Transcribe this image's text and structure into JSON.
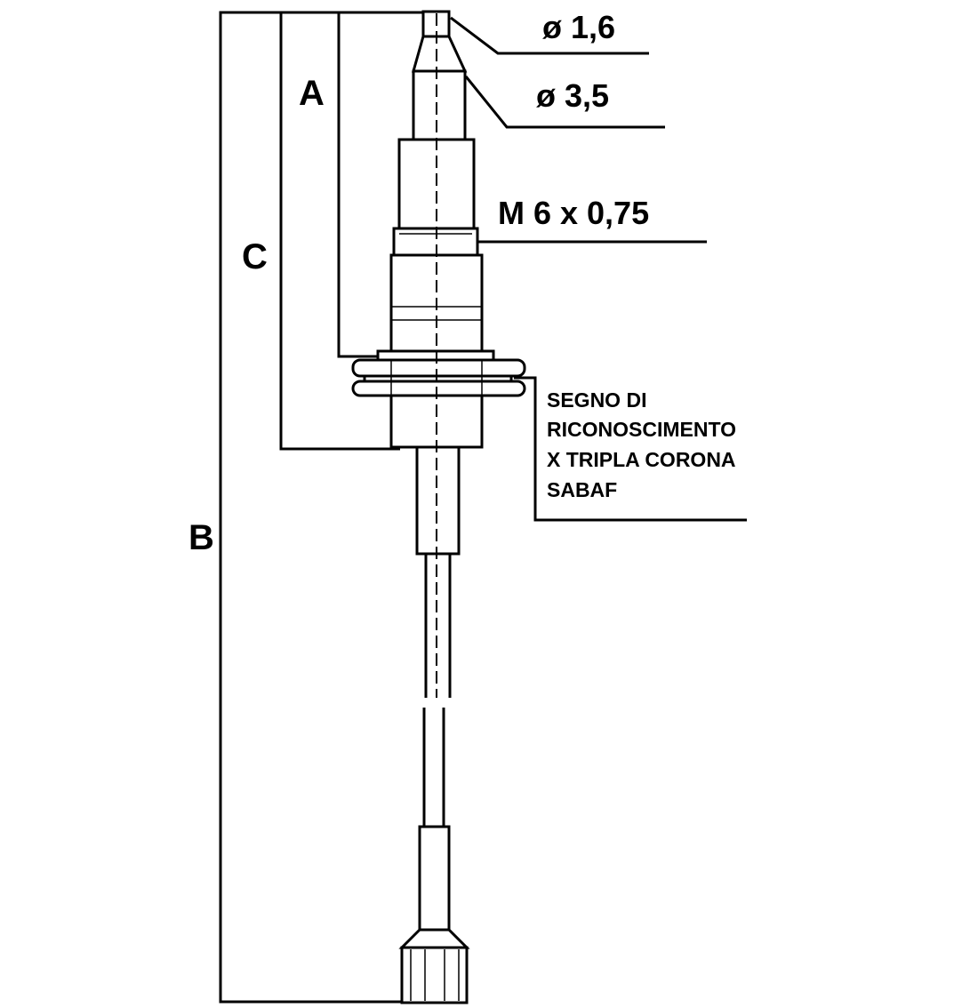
{
  "diagram": {
    "dimensions": {
      "A": "A",
      "B": "B",
      "C": "C"
    },
    "callouts": {
      "tip_diameter": "ø 1,6",
      "shaft_diameter": "ø  3,5",
      "thread": "M 6 x 0,75"
    },
    "note": {
      "lines": [
        "SEGNO DI",
        "RICONOSCIMENTO",
        "X TRIPLA CORONA",
        "SABAF"
      ]
    },
    "colors": {
      "line": "#000000",
      "background": "#ffffff"
    }
  }
}
